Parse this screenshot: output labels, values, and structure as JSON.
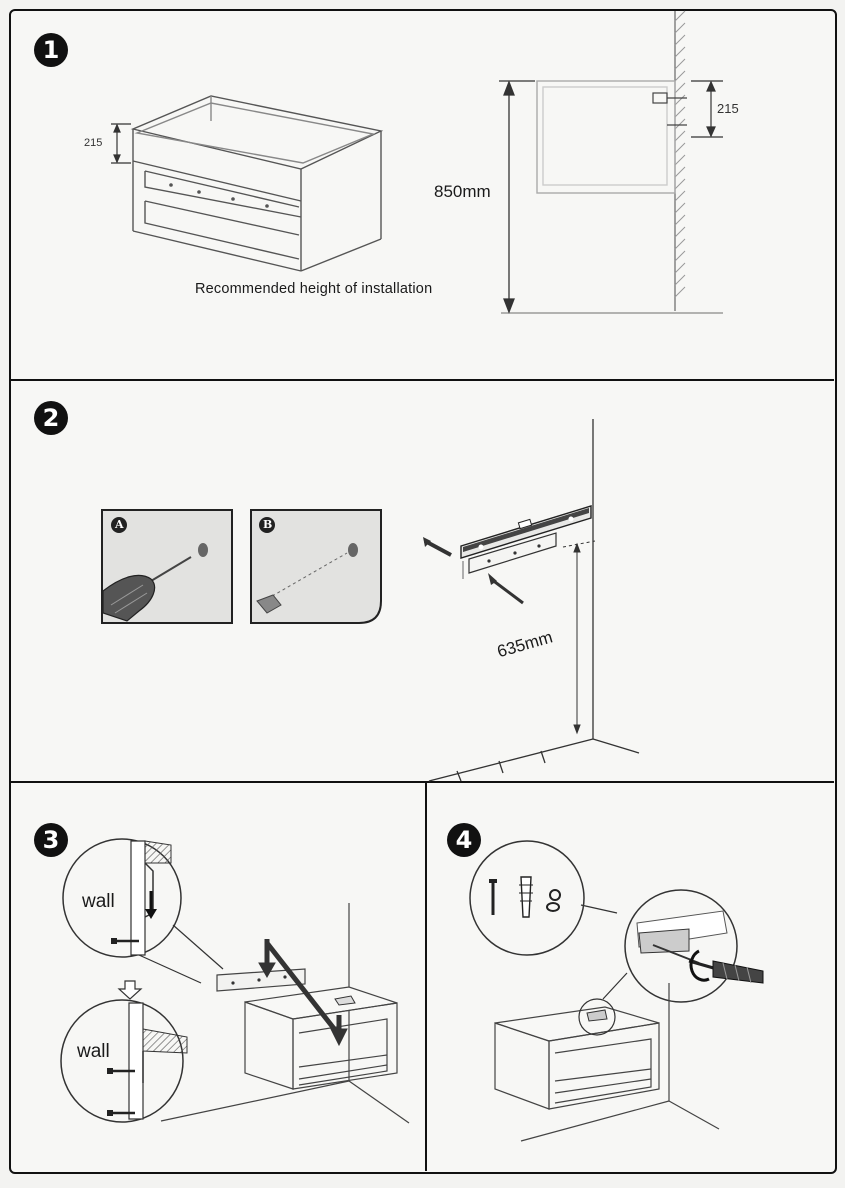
{
  "steps": {
    "step1": {
      "number": "1",
      "dim_cabinet": "215",
      "dim_wall": "215",
      "height_label": "850mm",
      "caption": "Recommended height of installation"
    },
    "step2": {
      "number": "2",
      "inset_a": "A",
      "inset_b": "B",
      "height_label": "635mm"
    },
    "step3": {
      "number": "3",
      "wall_label_top": "wall",
      "wall_label_bottom": "wall"
    },
    "step4": {
      "number": "4"
    }
  }
}
